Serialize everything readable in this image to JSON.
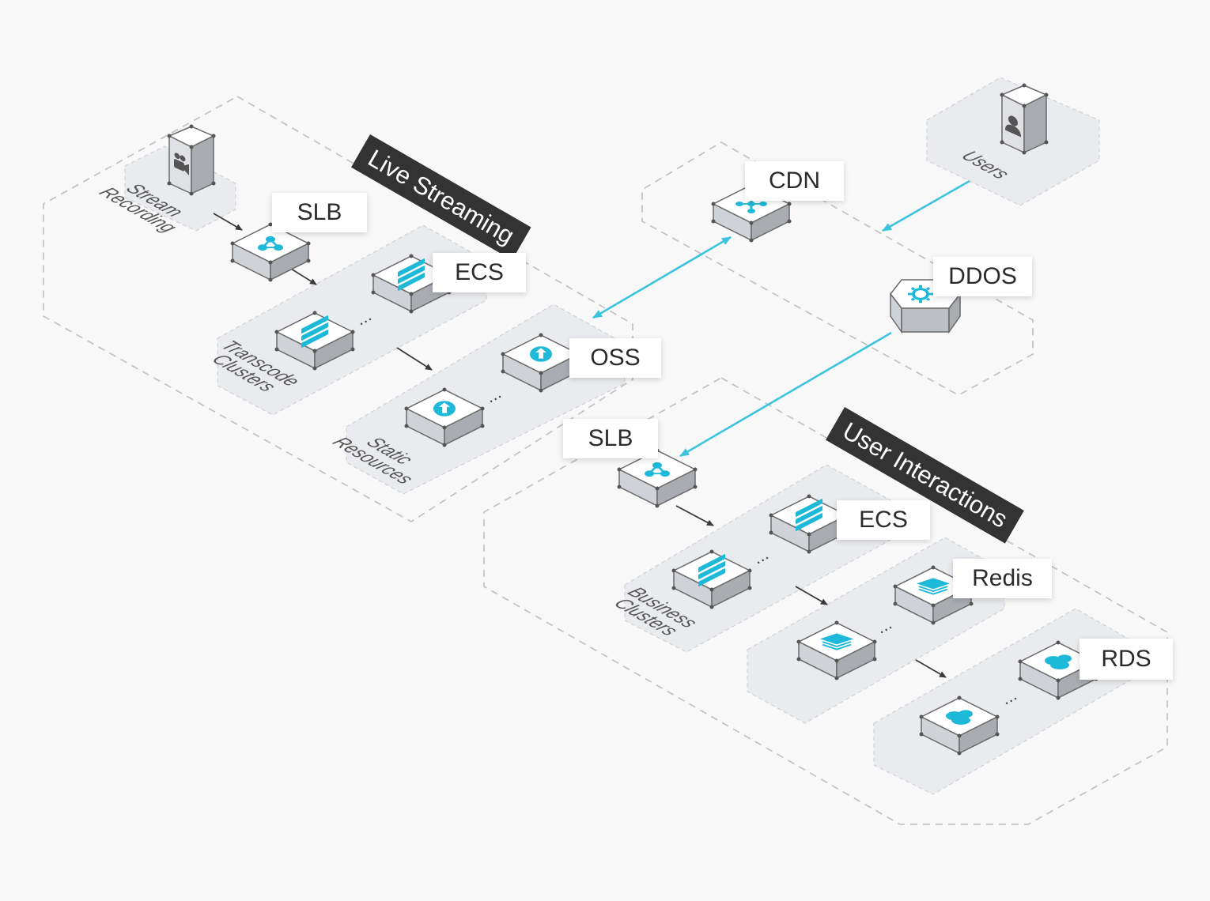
{
  "banners": {
    "live_streaming": "Live Streaming",
    "user_interactions": "User Interactions"
  },
  "zones": {
    "stream_recording": [
      "Stream",
      "Recording"
    ],
    "transcode_clusters": [
      "Transcode",
      "Clusters"
    ],
    "static_resources": [
      "Static",
      "Resources"
    ],
    "business_clusters": [
      "Business",
      "Clusters"
    ],
    "users": "Users"
  },
  "labels": {
    "slb_top": "SLB",
    "ecs_top": "ECS",
    "oss": "OSS",
    "cdn": "CDN",
    "ddos": "DDOS",
    "slb_bottom": "SLB",
    "ecs_bottom": "ECS",
    "redis": "Redis",
    "rds": "RDS"
  },
  "ellipsis": "...",
  "icons": {
    "slb": "load-balancer-icon",
    "ecs": "server-icon",
    "oss": "storage-icon",
    "cdn": "network-icon",
    "ddos": "gear-shield-icon",
    "redis": "cache-icon",
    "rds": "database-icon",
    "camera": "camera-icon",
    "user": "user-icon"
  },
  "colors": {
    "accent": "#1eb8d8",
    "banner": "#333333",
    "zone_fill": "#e9ebee",
    "dashed_border": "#c4c4c4",
    "connector_blue": "#3cc4df",
    "connector_gray": "#3a3a3a"
  }
}
